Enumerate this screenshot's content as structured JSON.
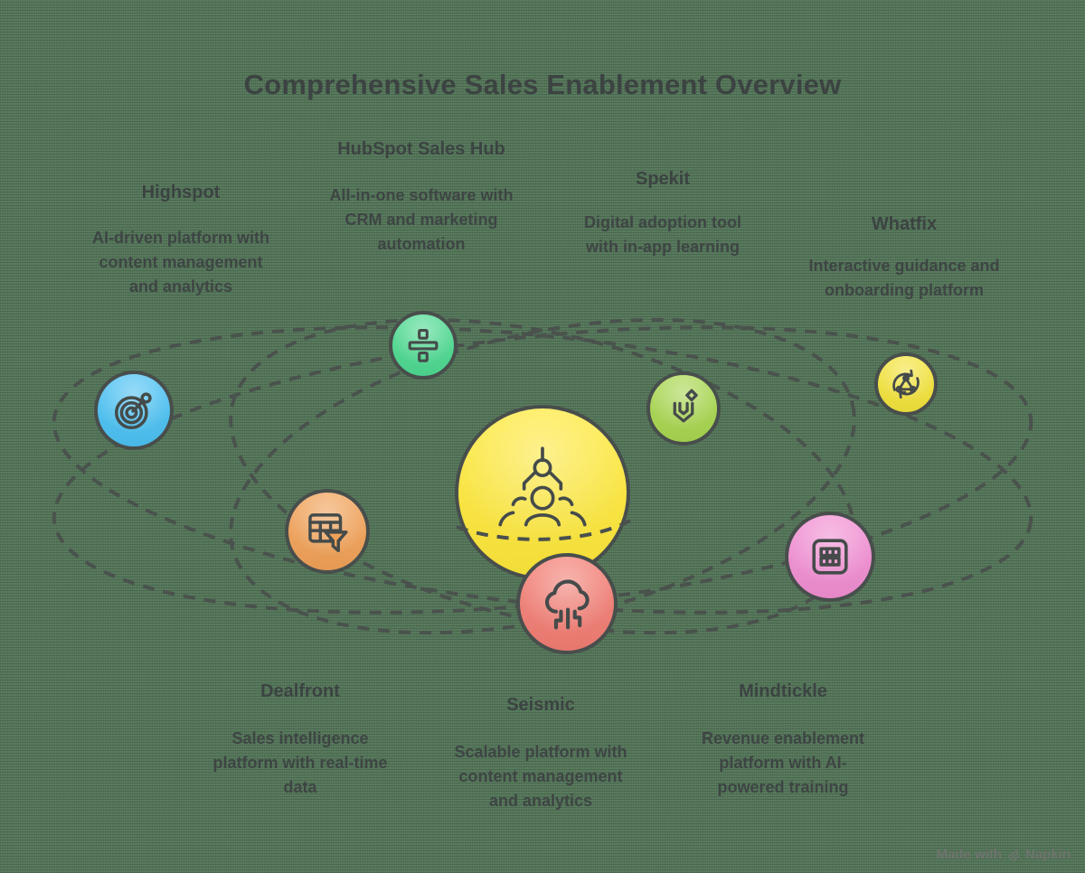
{
  "title": "Comprehensive Sales Enablement Overview",
  "nodes": {
    "highspot": {
      "name": "Highspot",
      "description": "AI-driven platform with content management and analytics",
      "lines": [
        "AI-driven platform with",
        "content management",
        "and analytics"
      ],
      "color": "#4cc2f4",
      "icon": "target-dart-icon"
    },
    "hubspot": {
      "name": "HubSpot Sales Hub",
      "description": "All-in-one software with CRM and marketing automation",
      "lines": [
        "All-in-one software with",
        "CRM and marketing",
        "automation"
      ],
      "color": "#4eda91",
      "icon": "division-sign-icon"
    },
    "spekit": {
      "name": "Spekit",
      "description": "Digital adoption tool with in-app learning",
      "lines": [
        "Digital adoption tool",
        "with in-app learning"
      ],
      "color": "#a9d750",
      "icon": "cube-bracket-icon"
    },
    "whatfix": {
      "name": "Whatfix",
      "description": "Interactive guidance and onboarding platform",
      "lines": [
        "Interactive guidance and",
        "onboarding platform"
      ],
      "color": "#f4e43c",
      "icon": "sync-network-icon"
    },
    "dealfront": {
      "name": "Dealfront",
      "description": "Sales intelligence platform with real-time data",
      "lines": [
        "Sales intelligence",
        "platform with real-time",
        "data"
      ],
      "color": "#f2a258",
      "icon": "table-filter-icon"
    },
    "seismic": {
      "name": "Seismic",
      "description": "Scalable platform with content management and analytics",
      "lines": [
        "Scalable platform with",
        "content management",
        "and analytics"
      ],
      "color": "#f37e74",
      "icon": "cloud-circuit-icon"
    },
    "mindtickle": {
      "name": "Mindtickle",
      "description": "Revenue enablement platform with AI-powered training",
      "lines": [
        "Revenue enablement",
        "platform with AI-",
        "powered training"
      ],
      "color": "#f28fd3",
      "icon": "grid-matrix-icon"
    }
  },
  "center": {
    "color": "#ffe93b",
    "icon": "claw-team-icon"
  },
  "colors": {
    "background": "#5b7e60",
    "outline": "#484e4c",
    "text": "#3c4342",
    "dashed_orbit": "#4a504d"
  },
  "watermark": {
    "prefix": "Made with",
    "brand": "Napkin"
  }
}
